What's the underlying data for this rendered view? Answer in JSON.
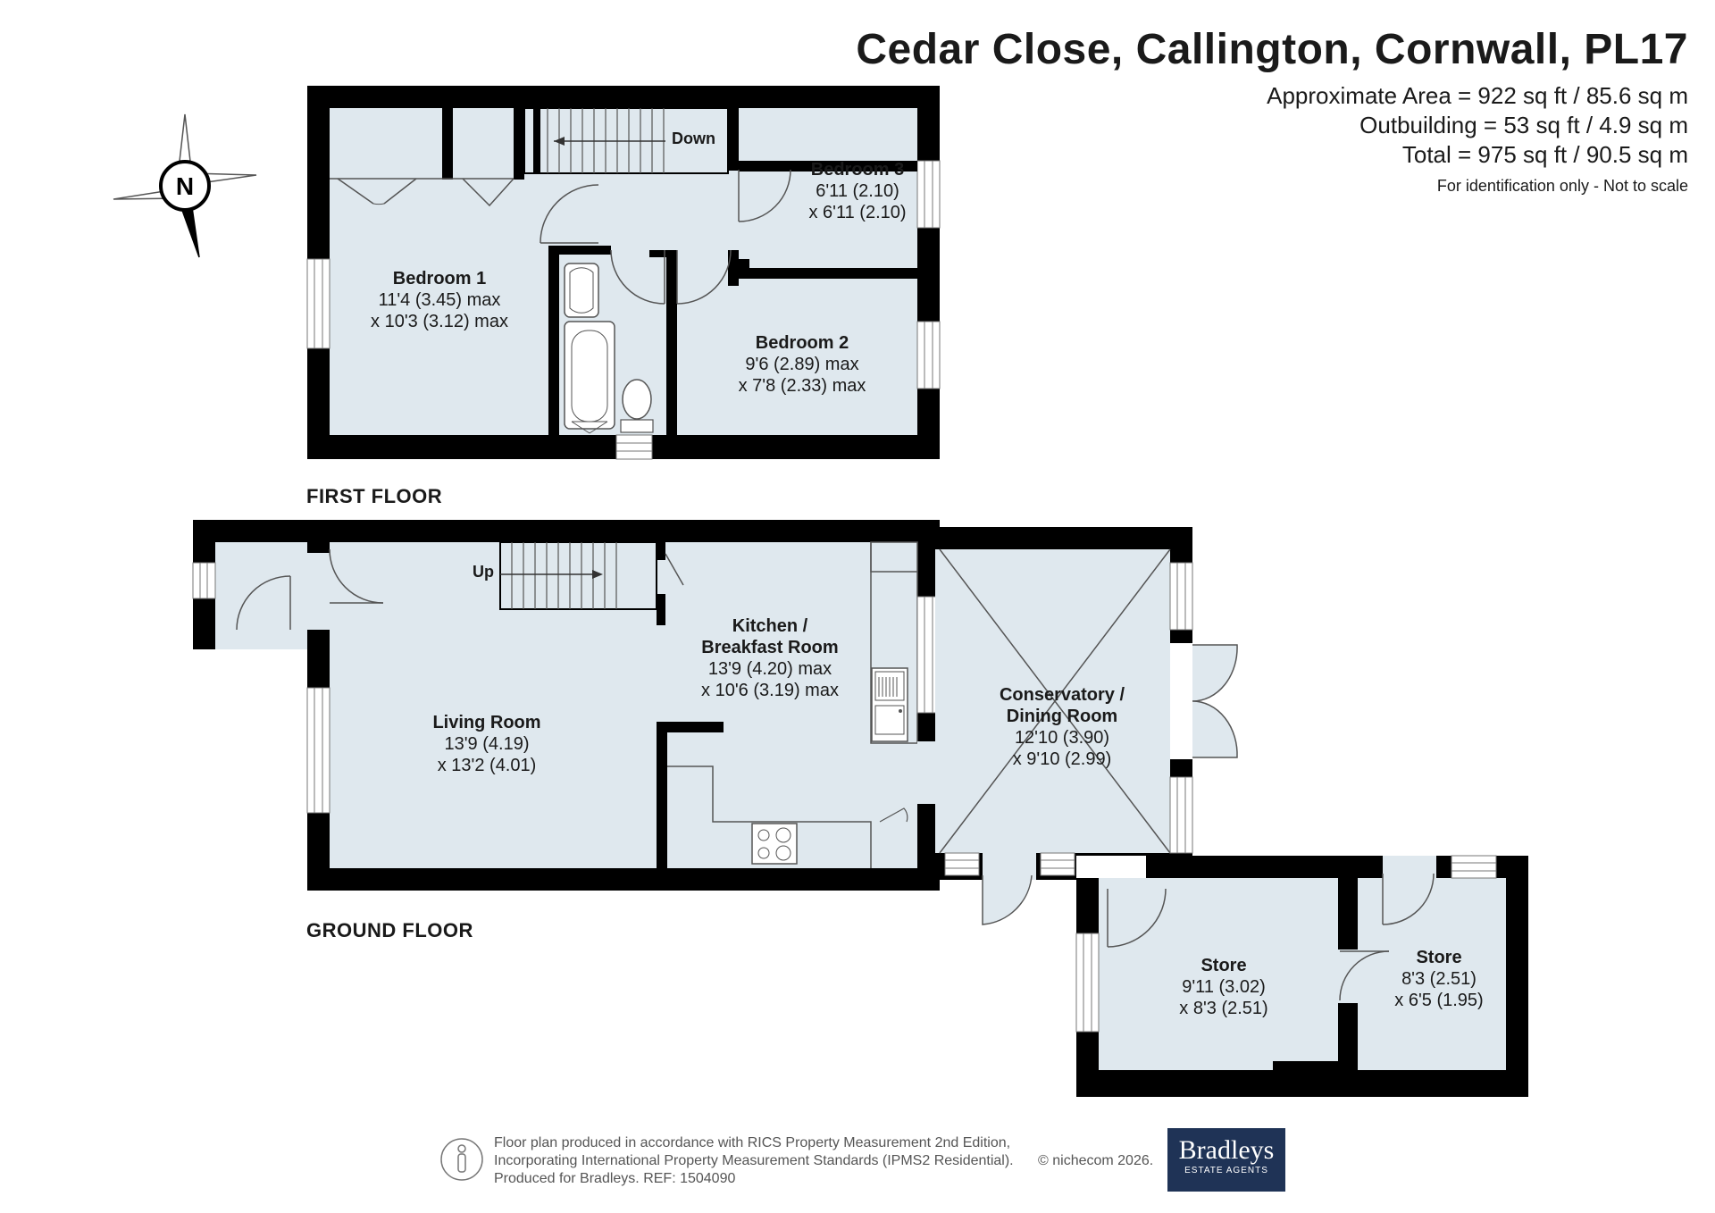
{
  "header": {
    "title": "Cedar Close, Callington, Cornwall, PL17",
    "approx_area": "Approximate Area = 922 sq ft / 85.6 sq m",
    "outbuilding": "Outbuilding = 53 sq ft / 4.9 sq m",
    "total": "Total = 975 sq ft / 90.5 sq m",
    "disclaimer": "For identification only - Not to scale"
  },
  "compass": {
    "label": "N"
  },
  "floors": {
    "first": "FIRST FLOOR",
    "ground": "GROUND FLOOR"
  },
  "stairs": {
    "down": "Down",
    "up": "Up"
  },
  "rooms": {
    "bedroom1": {
      "name": "Bedroom 1",
      "dim1": "11'4 (3.45) max",
      "dim2": "x 10'3 (3.12) max"
    },
    "bedroom2": {
      "name": "Bedroom 2",
      "dim1": "9'6 (2.89) max",
      "dim2": "x 7'8 (2.33) max"
    },
    "bedroom3": {
      "name": "Bedroom 3",
      "dim1": "6'11 (2.10)",
      "dim2": "x 6'11 (2.10)"
    },
    "living": {
      "name": "Living Room",
      "dim1": "13'9 (4.19)",
      "dim2": "x 13'2 (4.01)"
    },
    "kitchen": {
      "name1": "Kitchen /",
      "name2": "Breakfast Room",
      "dim1": "13'9 (4.20) max",
      "dim2": "x 10'6 (3.19) max"
    },
    "conservatory": {
      "name1": "Conservatory /",
      "name2": "Dining Room",
      "dim1": "12'10 (3.90)",
      "dim2": "x 9'10 (2.99)"
    },
    "store1": {
      "name": "Store",
      "dim1": "9'11 (3.02)",
      "dim2": "x 8'3 (2.51)"
    },
    "store2": {
      "name": "Store",
      "dim1": "8'3 (2.51)",
      "dim2": "x 6'5 (1.95)"
    }
  },
  "footer": {
    "line1": "Floor plan produced in accordance with RICS Property Measurement 2nd Edition,",
    "line2": "Incorporating International Property Measurement Standards (IPMS2 Residential).",
    "line3": "Produced for Bradleys.   REF: 1504090",
    "copyright": "© nichecom 2026."
  },
  "logo": {
    "name": "Bradleys",
    "tagline": "ESTATE AGENTS"
  },
  "colors": {
    "floor": "#dfe8ee",
    "wall": "#000000",
    "brand": "#1f3356"
  }
}
